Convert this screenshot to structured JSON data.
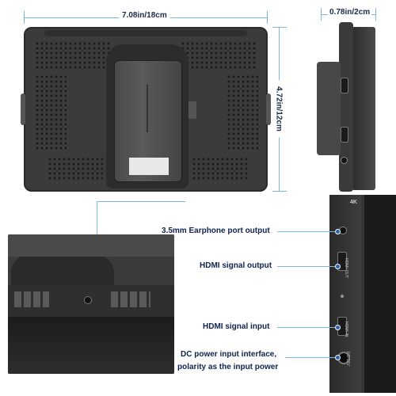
{
  "dimensions": {
    "width_label": "7.08in/18cm",
    "height_label": "4.72in/12cm",
    "depth_label": "0.78in/2cm"
  },
  "callouts": {
    "earphone": "3.5mm Earphone port output",
    "hdmi_out": "HDMI signal output",
    "hdmi_in": "HDMI signal input",
    "dc_line1": "DC power input interface,",
    "dc_line2": "polarity as the input power"
  },
  "side_panel": {
    "logo": "4K",
    "hdmi_out_label": "HDMI-OUT",
    "hdmi_in_label": "HDMI-IN",
    "dc_label": "DC-12V"
  },
  "colors": {
    "dimension_line": "#7bb9e0",
    "callout_dot": "#2a5fb0",
    "callout_text": "#0f2350",
    "device_body": "#3a3a3a"
  }
}
